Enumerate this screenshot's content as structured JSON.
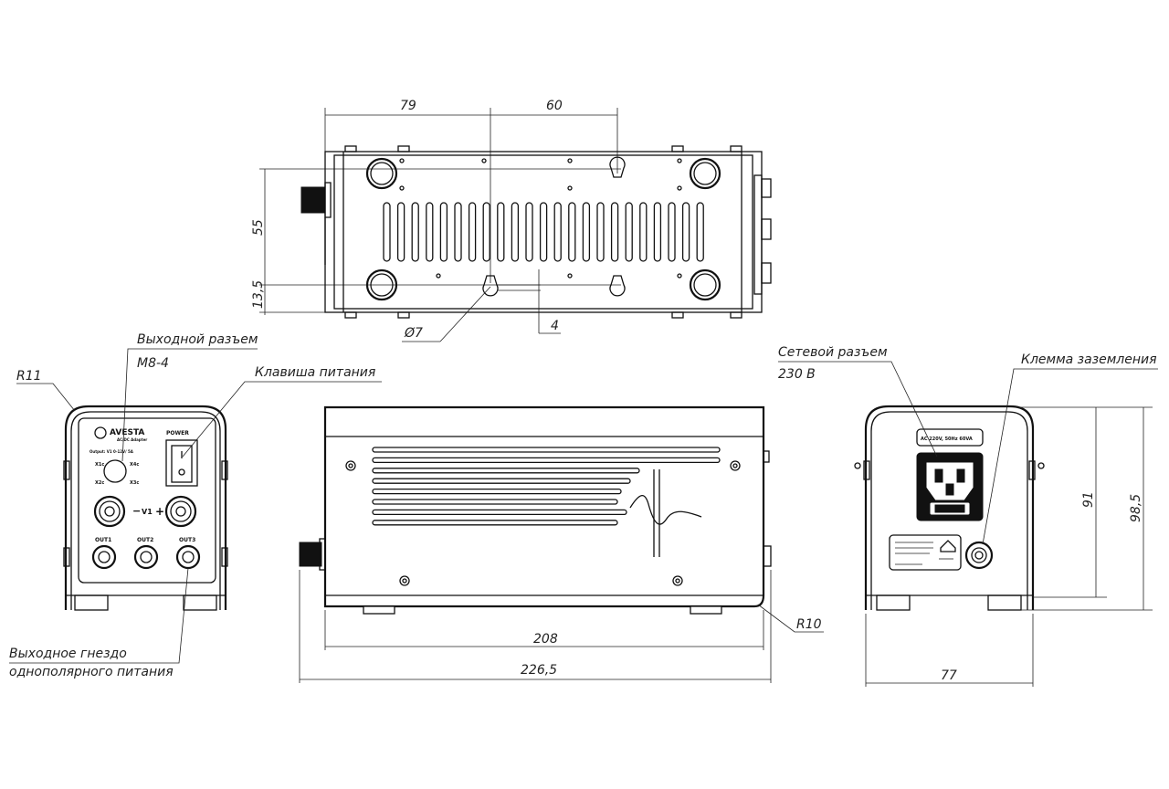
{
  "dimensions": {
    "top_width_left": "79",
    "top_width_right": "60",
    "top_height": "55",
    "top_offset": "13,5",
    "hole_diameter": "Ø7",
    "slot_offset": "4",
    "side_length_inner": "208",
    "side_length_total": "226,5",
    "side_radius": "R10",
    "front_radius": "R11",
    "rear_width": "77",
    "rear_height_inner": "91",
    "rear_height_total": "98,5"
  },
  "callouts": {
    "output_connector": "Выходной разъем",
    "output_connector_spec": "M8-4",
    "power_switch": "Клавиша питания",
    "output_jack_line1": "Выходное гнездо",
    "output_jack_line2": "однополярного питания",
    "mains_connector": "Сетевой разъем",
    "mains_voltage": "230 В",
    "ground_terminal": "Клемма заземления"
  },
  "front_panel": {
    "brand": "AVESTA",
    "subtitle": "AC/DC Adapter",
    "output_spec": "Output: V1 0-12V/ 5A",
    "power_label": "POWER",
    "v1_label": "V1",
    "minus": "−",
    "plus": "+",
    "out1": "OUT1",
    "out2": "OUT2",
    "out3": "OUT3",
    "pin_x1": "X1c",
    "pin_x2": "X2c",
    "pin_x3": "X3c",
    "pin_x4": "X4c"
  },
  "rear_panel": {
    "mains_rating": "AC 220V, 50Hz 60VA"
  }
}
